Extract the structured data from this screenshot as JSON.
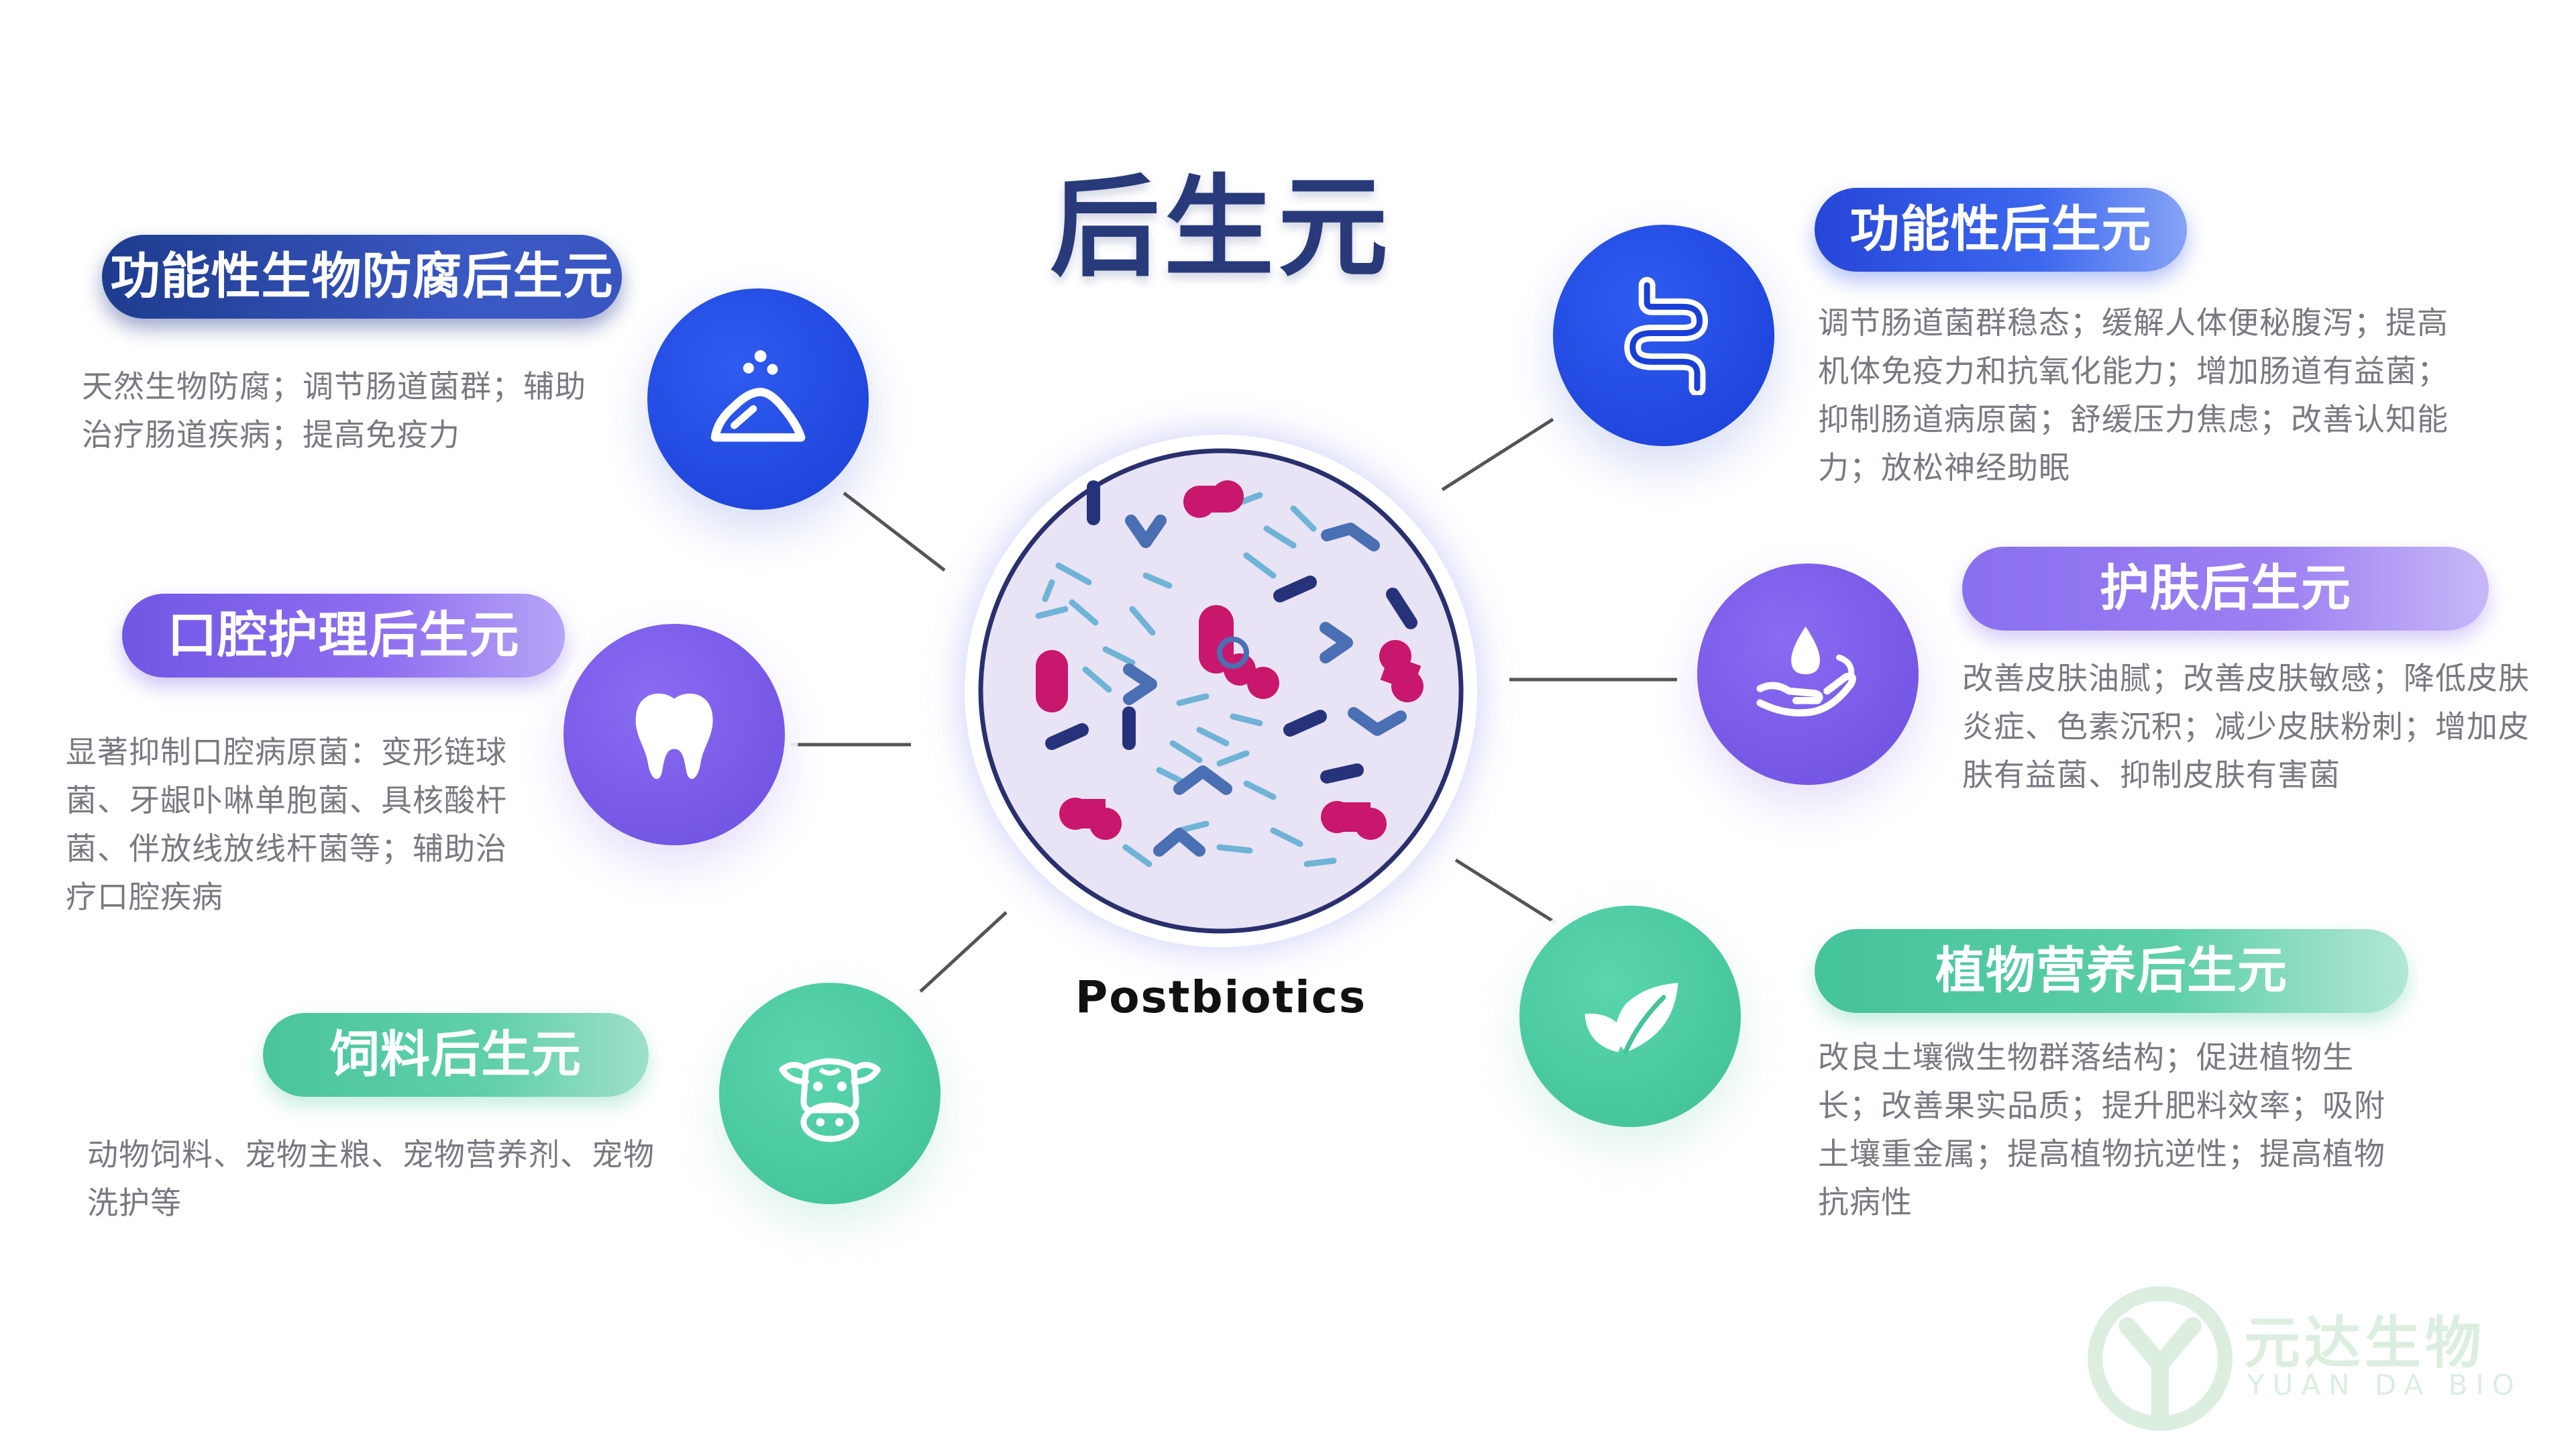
{
  "title": "后生元",
  "center": {
    "label": "Postbiotics",
    "icon": "bacteria-microscope-view"
  },
  "categories": [
    {
      "id": "functional-bio-preservative",
      "title": "功能性生物防腐后生元",
      "description": "天然生物防腐；调节肠道菌群；辅助治疗肠道疾病；提高免疫力",
      "icon": "powder-pile-icon",
      "color": "#1e3c8e"
    },
    {
      "id": "oral-care",
      "title": "口腔护理后生元",
      "description": "显著抑制口腔病原菌：变形链球菌、牙龈卟啉单胞菌、具核酸杆菌、伴放线放线杆菌等；辅助治疗口腔疾病",
      "icon": "tooth-icon",
      "color": "#7256e4"
    },
    {
      "id": "feed",
      "title": "饲料后生元",
      "description": "动物饲料、宠物主粮、宠物营养剂、宠物洗护等",
      "icon": "cow-icon",
      "color": "#49c59d"
    },
    {
      "id": "functional",
      "title": "功能性后生元",
      "description": "调节肠道菌群稳态；缓解人体便秘腹泻；提高机体免疫力和抗氧化能力；增加肠道有益菌；抑制肠道病原菌；舒缓压力焦虑；改善认知能力；放松神经助眠",
      "icon": "intestine-icon",
      "color": "#2646d8"
    },
    {
      "id": "skin-care",
      "title": "护肤后生元",
      "description": "改善皮肤油腻；改善皮肤敏感；降低皮肤炎症、色素沉积；减少皮肤粉刺；增加皮肤有益菌、抑制皮肤有害菌",
      "icon": "hand-droplet-icon",
      "color": "#8a6ff0"
    },
    {
      "id": "plant-nutrition",
      "title": "植物营养后生元",
      "description": "改良土壤微生物群落结构；促进植物生长；改善果实品质；提升肥料效率；吸附土壤重金属；提高植物抗逆性；提高植物抗病性",
      "icon": "leaf-icon",
      "color": "#45c39a"
    }
  ],
  "brand": {
    "name": "元达生物",
    "subtitle": "YUAN DA BIO",
    "icon": "y-emblem-logo"
  }
}
